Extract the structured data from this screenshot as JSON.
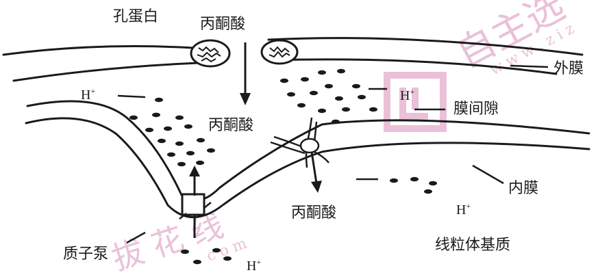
{
  "labels": {
    "porin": "孔蛋白",
    "pyruvate_top": "丙酮酸",
    "pyruvate_mid": "丙酮酸",
    "pyruvate_bottom": "丙酮酸",
    "outer_membrane": "外膜",
    "intermembrane_space": "膜间隙",
    "inner_membrane": "内膜",
    "matrix": "线粒体基质",
    "proton_pump": "质子泵"
  },
  "ions": {
    "h_upper_left": "H",
    "h_upper_right": "H",
    "h_lower_right": "H",
    "h_bottom": "H",
    "plus": "+"
  },
  "watermarks": {
    "top_right": "自主选",
    "url_right": "w w w . z i z",
    "url_bottom": "c o m",
    "bottom_center": "拔 花 线"
  },
  "colors": {
    "ink": "#1a1a1a",
    "watermark": "#e7b6d3"
  }
}
